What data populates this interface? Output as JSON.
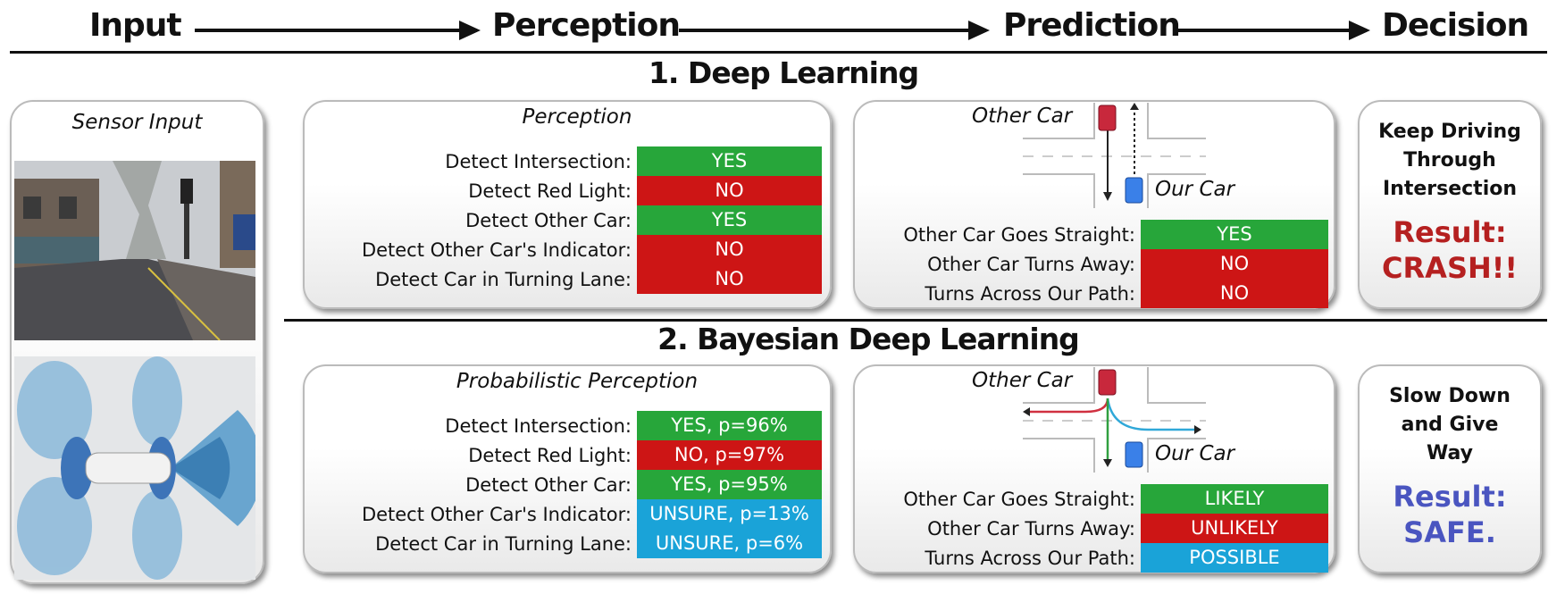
{
  "header": {
    "stages": [
      "Input",
      "Perception",
      "Prediction",
      "Decision"
    ]
  },
  "sections": [
    "1. Deep Learning",
    "2. Bayesian Deep Learning"
  ],
  "sensor": {
    "title": "Sensor Input"
  },
  "colors": {
    "green": "#27a63a",
    "red": "#cd1515",
    "blue": "#1aa3d8",
    "crash": "#b52020",
    "safe": "#4a55c0"
  },
  "rows": [
    {
      "perception": {
        "title": "Perception",
        "items": [
          {
            "label": "Detect Intersection:",
            "value": "YES",
            "color": "green"
          },
          {
            "label": "Detect Red Light:",
            "value": "NO",
            "color": "red"
          },
          {
            "label": "Detect Other Car:",
            "value": "YES",
            "color": "green"
          },
          {
            "label": "Detect  Other Car's Indicator:",
            "value": "NO",
            "color": "red"
          },
          {
            "label": "Detect Car in Turning Lane:",
            "value": "NO",
            "color": "red"
          }
        ]
      },
      "prediction": {
        "other_car": "Other Car",
        "our_car": "Our Car",
        "items": [
          {
            "label": "Other Car Goes Straight:",
            "value": "YES",
            "color": "green"
          },
          {
            "label": "Other Car Turns Away:",
            "value": "NO",
            "color": "red"
          },
          {
            "label": "Turns Across Our Path:",
            "value": "NO",
            "color": "red"
          }
        ]
      },
      "decision": {
        "lines": [
          "Keep Driving",
          "Through",
          "Intersection"
        ],
        "result": [
          "Result:",
          "CRASH!!"
        ],
        "result_color": "crash"
      }
    },
    {
      "perception": {
        "title": "Probabilistic Perception",
        "items": [
          {
            "label": "Detect Intersection:",
            "value": "YES, p=96%",
            "color": "green"
          },
          {
            "label": "Detect Red Light:",
            "value": "NO, p=97%",
            "color": "red"
          },
          {
            "label": "Detect Other Car:",
            "value": "YES, p=95%",
            "color": "green"
          },
          {
            "label": "Detect Other Car's Indicator:",
            "value": "UNSURE, p=13%",
            "color": "blue"
          },
          {
            "label": "Detect Car in Turning Lane:",
            "value": "UNSURE, p=6%",
            "color": "blue"
          }
        ]
      },
      "prediction": {
        "other_car": "Other Car",
        "our_car": "Our Car",
        "items": [
          {
            "label": "Other Car Goes Straight:",
            "value": "LIKELY",
            "color": "green"
          },
          {
            "label": "Other Car Turns Away:",
            "value": "UNLIKELY",
            "color": "red"
          },
          {
            "label": "Turns Across Our Path:",
            "value": "POSSIBLE",
            "color": "blue"
          }
        ]
      },
      "decision": {
        "lines": [
          "Slow Down",
          "and Give",
          "Way"
        ],
        "result": [
          "Result:",
          "SAFE."
        ],
        "result_color": "safe"
      }
    }
  ]
}
